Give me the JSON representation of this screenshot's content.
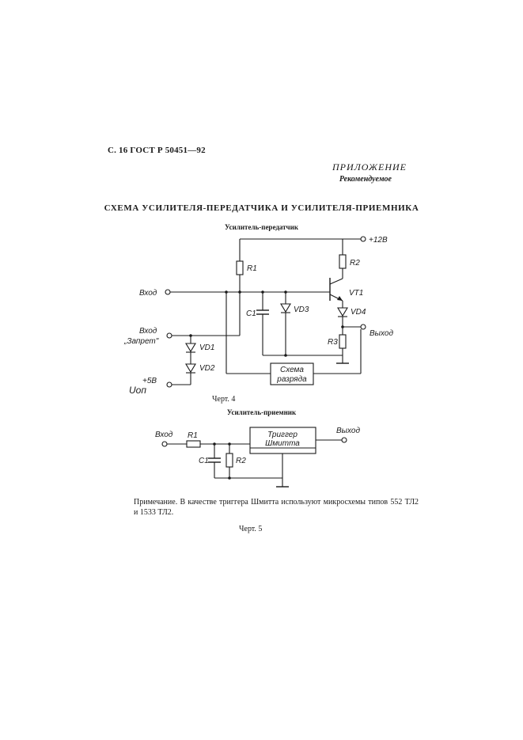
{
  "header": "С. 16 ГОСТ Р 50451—92",
  "appendix": {
    "title": "ПРИЛОЖЕНИЕ",
    "subtitle": "Рекомендуемое"
  },
  "main_title": "СХЕМА УСИЛИТЕЛЯ-ПЕРЕДАТЧИКА И УСИЛИТЕЛЯ-ПРИЕМНИКА",
  "transmitter": {
    "subtitle": "Усилитель-передатчик",
    "labels": {
      "plus12": "+12В",
      "r1": "R1",
      "r2": "R2",
      "vt1": "VT1",
      "input": "Вход",
      "c1": "C1",
      "vd3": "VD3",
      "vd4": "VD4",
      "r3": "R3",
      "output": "Выход",
      "inhibit_input_1": "Вход",
      "inhibit_input_2": "„Запрет\"",
      "vd1": "VD1",
      "vd2": "VD2",
      "discharge_1": "Схема",
      "discharge_2": "разряда",
      "plus5": "+5В",
      "uop": "Uоп"
    },
    "caption": "Черт. 4"
  },
  "receiver": {
    "subtitle": "Усилитель-приемник",
    "labels": {
      "input": "Вход",
      "r1": "R1",
      "c1": "C1",
      "r2": "R2",
      "trigger_1": "Триггер",
      "trigger_2": "Шмитта",
      "output": "Выход"
    },
    "caption": "Черт. 5"
  },
  "note": "Примечание. В качестве триггера Шмитта используют микросхемы типов 552 ТЛ2 и 1533 ТЛ2."
}
